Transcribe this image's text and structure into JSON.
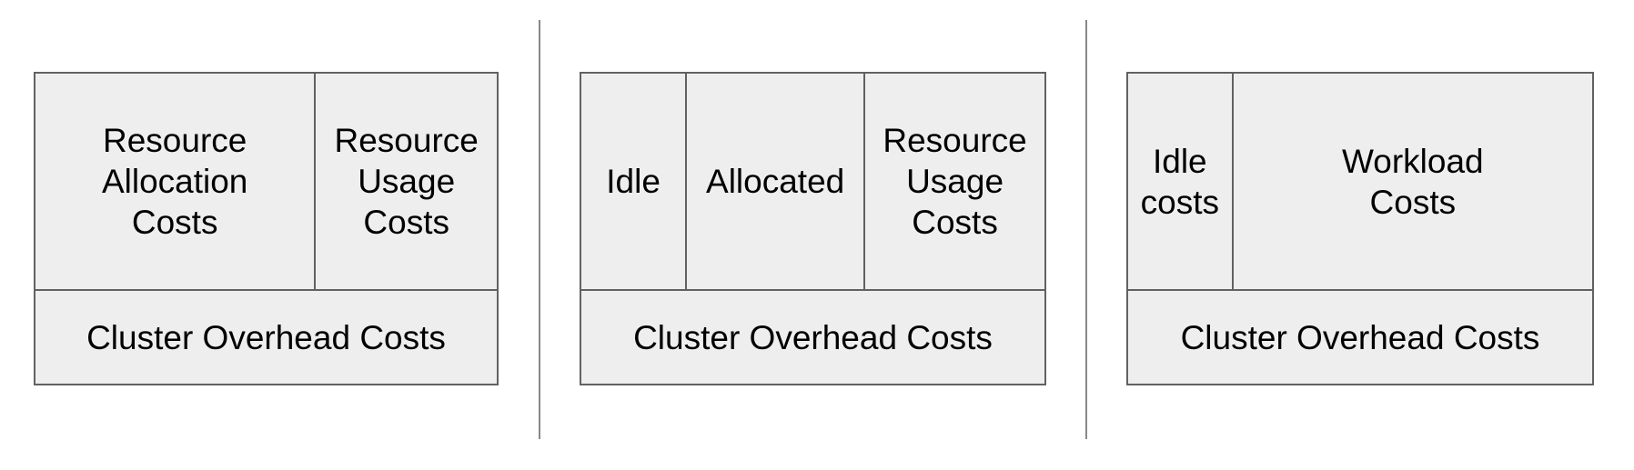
{
  "diagram": {
    "description": "Cluster cost breakdown models",
    "colors": {
      "box_fill": "#eeeeee",
      "box_border": "#616161",
      "separator": "#888888",
      "text": "#000000",
      "page_background": "#ffffff"
    },
    "panels": [
      {
        "id": "allocation-vs-usage",
        "top_cells": [
          {
            "label": "Resource\nAllocation\nCosts"
          },
          {
            "label": "Resource\nUsage\nCosts"
          }
        ],
        "bottom_cell": {
          "label": "Cluster Overhead Costs"
        }
      },
      {
        "id": "idle-allocated-usage",
        "top_cells": [
          {
            "label": "Idle"
          },
          {
            "label": "Allocated"
          },
          {
            "label": "Resource\nUsage\nCosts"
          }
        ],
        "bottom_cell": {
          "label": "Cluster Overhead Costs"
        }
      },
      {
        "id": "idle-vs-workload",
        "top_cells": [
          {
            "label": "Idle\ncosts"
          },
          {
            "label": "Workload\nCosts"
          }
        ],
        "bottom_cell": {
          "label": "Cluster Overhead Costs"
        }
      }
    ]
  }
}
